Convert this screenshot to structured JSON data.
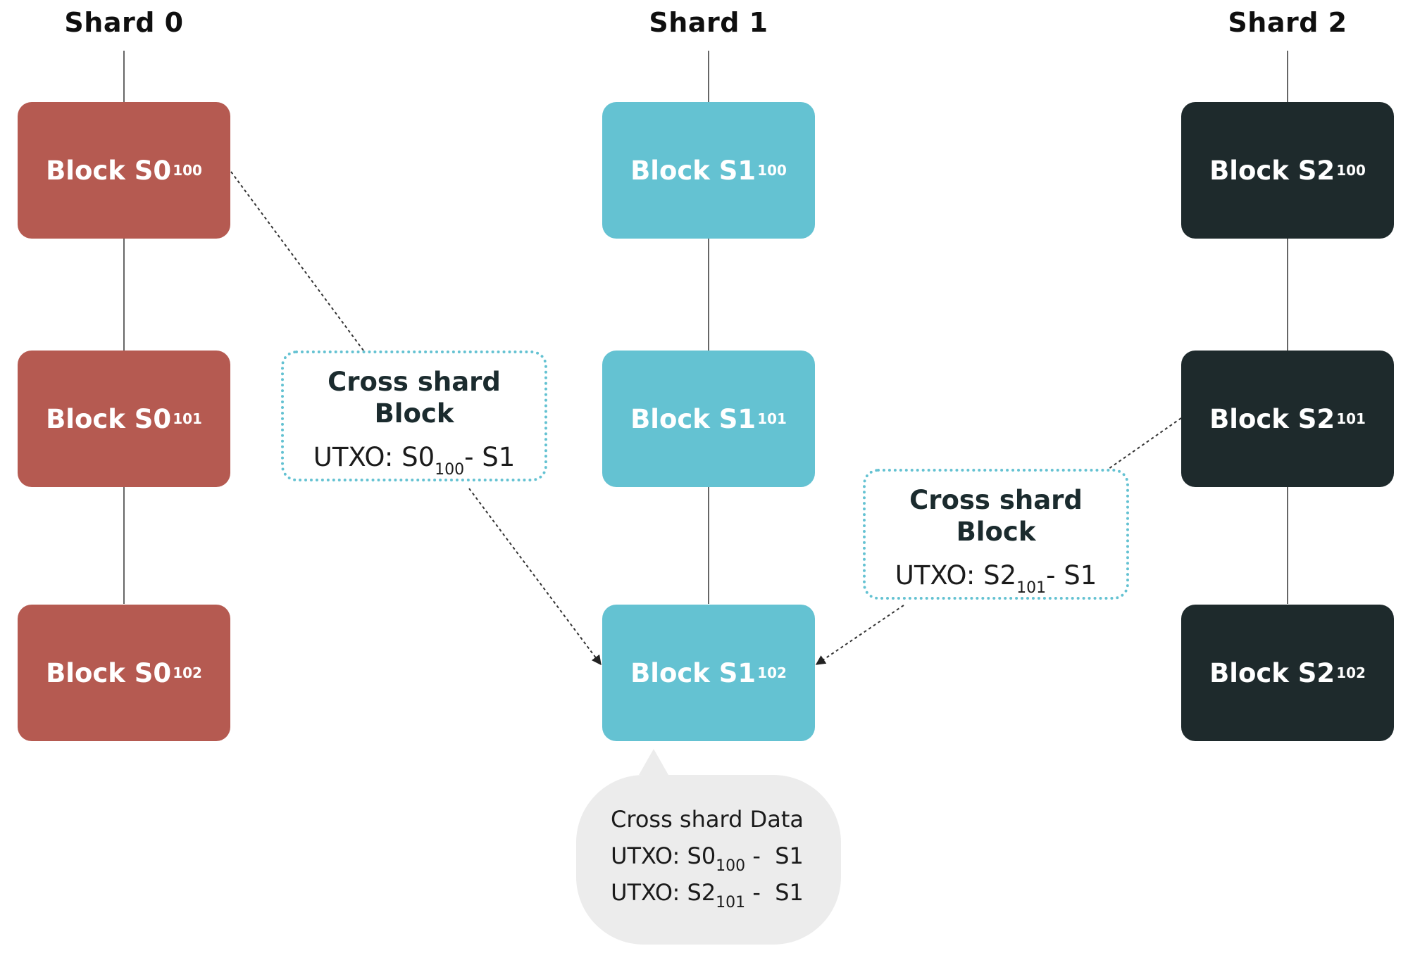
{
  "shards": [
    {
      "title": "Shard 0",
      "color": "#b55a51",
      "blocks": [
        {
          "label": "Block S0",
          "index": "100"
        },
        {
          "label": "Block S0",
          "index": "101"
        },
        {
          "label": "Block S0",
          "index": "102"
        }
      ]
    },
    {
      "title": "Shard 1",
      "color": "#64c2d2",
      "blocks": [
        {
          "label": "Block S1",
          "index": "100"
        },
        {
          "label": "Block S1",
          "index": "101"
        },
        {
          "label": "Block S1",
          "index": "102"
        }
      ]
    },
    {
      "title": "Shard 2",
      "color": "#1e2a2c",
      "blocks": [
        {
          "label": "Block S2",
          "index": "100"
        },
        {
          "label": "Block S2",
          "index": "101"
        },
        {
          "label": "Block S2",
          "index": "102"
        }
      ]
    }
  ],
  "cross_blocks": [
    {
      "title": "Cross shard Block",
      "utxo_prefix": "UTXO: S0",
      "utxo_index": "100",
      "utxo_suffix": "- S1"
    },
    {
      "title": "Cross shard Block",
      "utxo_prefix": "UTXO: S2",
      "utxo_index": "101",
      "utxo_suffix": "- S1"
    }
  ],
  "cross_shard_data": {
    "title": "Cross shard Data",
    "lines": [
      {
        "prefix": "UTXO: S0",
        "index": "100",
        "suffix": " -  S1"
      },
      {
        "prefix": "UTXO: S2",
        "index": "101",
        "suffix": " -  S1"
      }
    ]
  },
  "colors": {
    "cross_border": "#64c2d2",
    "data_bubble": "#ececec",
    "line": "#555555"
  }
}
